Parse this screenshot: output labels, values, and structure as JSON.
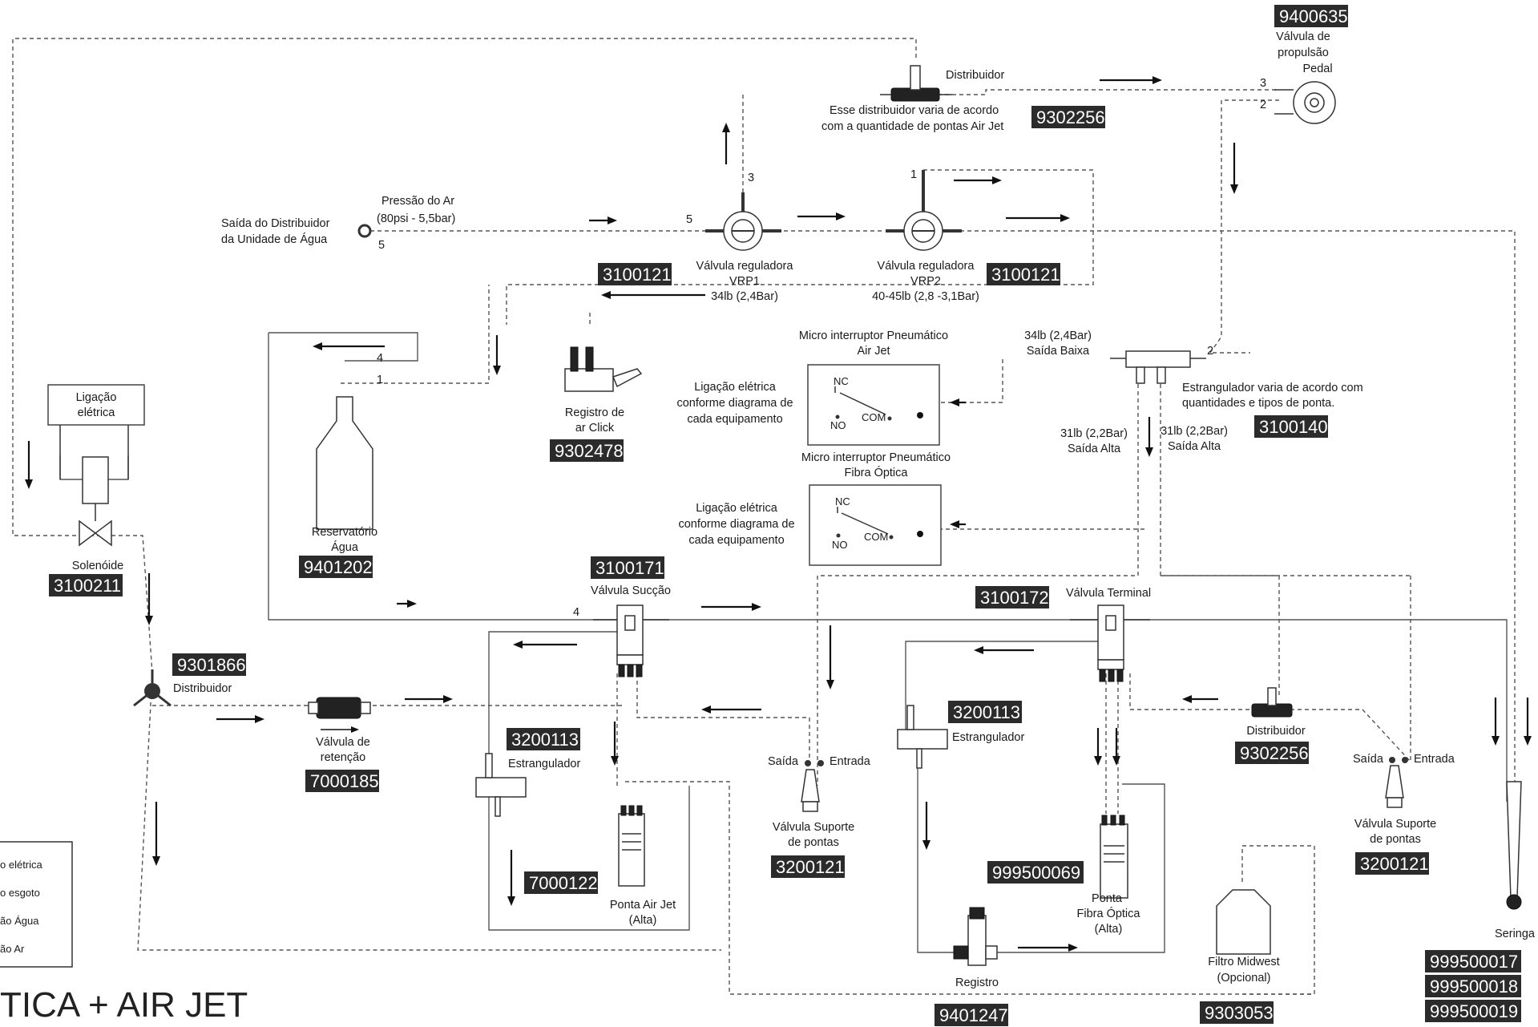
{
  "title": "TICA + AIR JET",
  "legend": [
    "o elétrica",
    "o esgoto",
    "ão Água",
    "ão Ar"
  ],
  "labels": {
    "saida_distribuidor": [
      "Saída do Distribuidor",
      "da Unidade de Água"
    ],
    "pressao_ar": [
      "Pressão do Ar",
      "(80psi - 5,5bar)"
    ],
    "distribuidor_top": "Distribuidor",
    "distribuidor_note": [
      "Esse distribuidor varia de acordo",
      "com a quantidade de pontas Air Jet"
    ],
    "valvula_propulsao": [
      "Válvula de",
      "propulsão",
      "Pedal"
    ],
    "vrp1": [
      "Válvula reguladora",
      "VRP1",
      "34lb (2,4Bar)"
    ],
    "vrp2": [
      "Válvula reguladora",
      "VRP2",
      "40-45lb (2,8 -3,1Bar)"
    ],
    "reservatorio": [
      "Reservatório",
      "Água"
    ],
    "registro_click": [
      "Registro de",
      "ar Click"
    ],
    "micro_airjet": [
      "Micro interruptor Pneumático",
      "Air Jet"
    ],
    "micro_fibra": [
      "Micro interruptor Pneumático",
      "Fibra Óptica"
    ],
    "ligacao_eletrica_1": [
      "Ligação elétrica",
      "conforme diagrama de",
      "cada equipamento"
    ],
    "ligacao_eletrica_2": [
      "Ligação elétrica",
      "conforme diagrama de",
      "cada equipamento"
    ],
    "saida_baixa": [
      "34lb (2,4Bar)",
      "Saída Baixa"
    ],
    "saida_alta_1": [
      "31lb (2,2Bar)",
      "Saída Alta"
    ],
    "saida_alta_2": [
      "31lb (2,2Bar)",
      "Saída Alta"
    ],
    "estrangulador_note": [
      "Estrangulador varia de acordo com",
      "quantidades e tipos de ponta."
    ],
    "ligacao_eletrica_box": [
      "Ligação",
      "elétrica"
    ],
    "solenoide": "Solenóide",
    "distribuidor_left": "Distribuidor",
    "valvula_retencao": [
      "Válvula de",
      "retenção"
    ],
    "valvula_succao": "Válvula Sucção",
    "valvula_terminal": "Válvula Terminal",
    "estrangulador_1": "Estrangulador",
    "estrangulador_2": "Estrangulador",
    "ponta_airjet": [
      "Ponta Air Jet",
      "(Alta)"
    ],
    "valvula_suporte_1": [
      "Válvula Suporte",
      "de pontas"
    ],
    "valvula_suporte_2": [
      "Válvula Suporte",
      "de pontas"
    ],
    "saida": "Saída",
    "entrada": "Entrada",
    "saida_2": "Saída",
    "entrada_2": "Entrada",
    "distribuidor_right": "Distribuidor",
    "ponta_fibra": [
      "Ponta",
      "Fibra Óptica",
      "(Alta)"
    ],
    "registro": "Registro",
    "filtro": [
      "Filtro Midwest",
      "(Opcional)"
    ],
    "seringa": "Seringa",
    "nc": "NC",
    "no": "NO",
    "com": "COM"
  },
  "ports": {
    "p1": "1",
    "p2": "2",
    "p3": "3",
    "p4": "4",
    "p5": "5"
  },
  "codes": {
    "c9400635": "9400635",
    "c9302256_top": "9302256",
    "c3100121_a": "3100121",
    "c3100121_b": "3100121",
    "c9302478": "9302478",
    "c3100140": "3100140",
    "c9401202": "9401202",
    "c3100211": "3100211",
    "c3100171": "3100171",
    "c3100172": "3100172",
    "c9301866": "9301866",
    "c7000185": "7000185",
    "c3200113_a": "3200113",
    "c3200113_b": "3200113",
    "c7000122": "7000122",
    "c3200121_a": "3200121",
    "c3200121_b": "3200121",
    "c9302256_bot": "9302256",
    "c999500069": "999500069",
    "c9401247": "9401247",
    "c9303053": "9303053",
    "c999500017": "999500017",
    "c999500018": "999500018",
    "c999500019": "999500019"
  }
}
